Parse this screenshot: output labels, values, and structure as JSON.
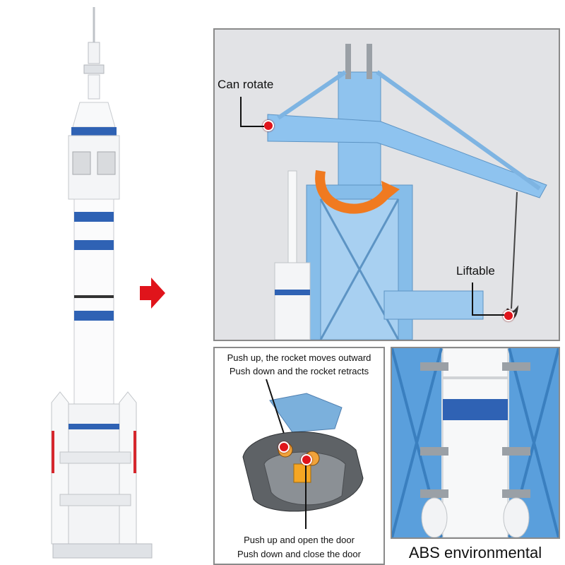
{
  "annotations": {
    "can_rotate": "Can rotate",
    "liftable": "Liftable",
    "push_up_rocket": "Push up, the rocket moves outward",
    "push_down_rocket": "Push down and the rocket retracts",
    "push_up_door": "Push up and open the door",
    "push_down_door": "Push down and close the door",
    "material": "ABS environmental"
  },
  "colors": {
    "accent_red": "#e0141b",
    "brick_blue": "#8ec3ef",
    "band_blue": "#2f62b4",
    "panel_gray": "#e2e3e6"
  },
  "icons": {
    "arrow": "right-arrow-icon"
  }
}
